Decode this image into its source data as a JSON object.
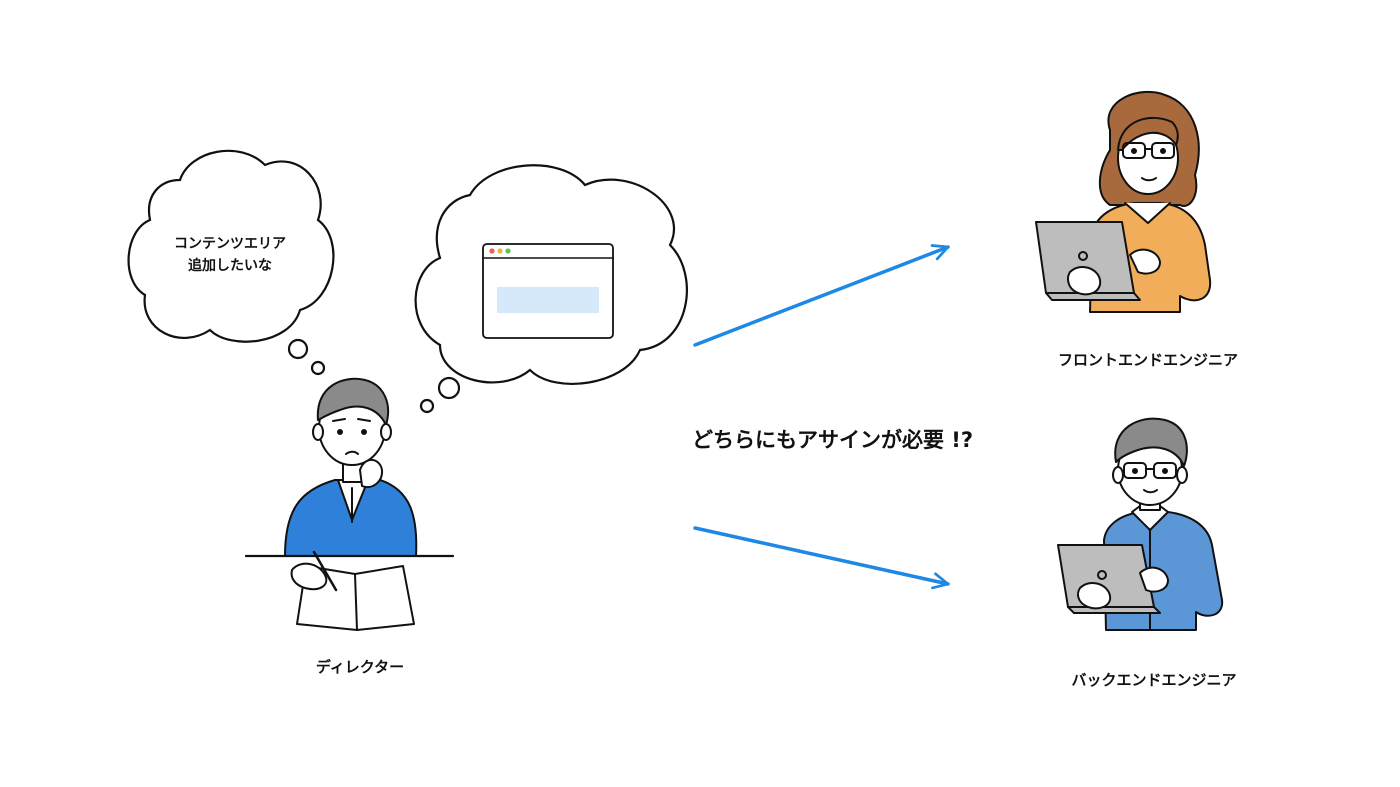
{
  "thought": {
    "line1": "コンテンツエリア",
    "line2": "追加したいな"
  },
  "question": "どちらにもアサインが必要 !?",
  "roles": {
    "director": "ディレクター",
    "frontend": "フロントエンドエンジニア",
    "backend": "バックエンドエンジニア"
  },
  "colors": {
    "arrow": "#1e88e5",
    "director_suit": "#2f80d8",
    "frontend_top": "#f2ad5a",
    "frontend_hair": "#a86a3c",
    "backend_shirt": "#5b97d6",
    "hair_gray": "#8a8a8a",
    "laptop": "#bdbdbd",
    "browser_content": "#d6e9fb",
    "dot_red": "#e8614d",
    "dot_yellow": "#f3b03c",
    "dot_green": "#5cc05f"
  }
}
